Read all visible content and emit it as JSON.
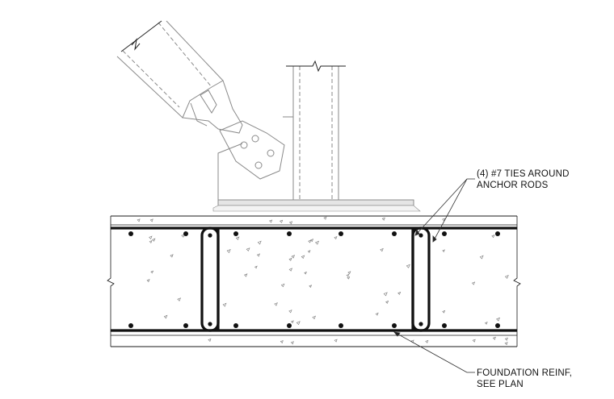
{
  "annotations": {
    "ties": {
      "line1": "(4) #7 TIES AROUND",
      "line2": "ANCHOR RODS"
    },
    "foundation": {
      "line1": "FOUNDATION REINF,",
      "line2": "SEE PLAN"
    }
  },
  "colors": {
    "line": "#1a1a1a",
    "light_line": "#8a8a8a",
    "rebar": "#111111",
    "background": "#ffffff"
  }
}
